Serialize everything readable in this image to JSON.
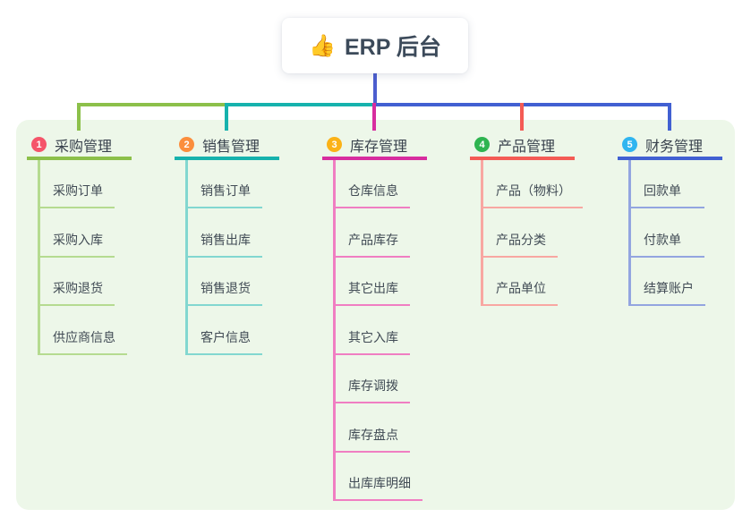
{
  "root": {
    "icon": "👍",
    "title": "ERP 后台"
  },
  "colors": {
    "canvas_bg": "#ffffff",
    "panel_bg": "#edf7e9",
    "root_stem": "#4c5ecf",
    "root_text": "#3c4a5a",
    "title_text": "#39424d",
    "child_text": "#414b55"
  },
  "branches": [
    {
      "id": "purchase",
      "badge": "1",
      "title": "采购管理",
      "badge_color": "#f5556a",
      "line_color": "#8cc04a",
      "child_line_color": "#b5db90",
      "children": [
        "采购订单",
        "采购入库",
        "采购退货",
        "供应商信息"
      ]
    },
    {
      "id": "sales",
      "badge": "2",
      "title": "销售管理",
      "badge_color": "#fb8e3d",
      "line_color": "#16b2ad",
      "child_line_color": "#82d7d0",
      "children": [
        "销售订单",
        "销售出库",
        "销售退货",
        "客户信息"
      ]
    },
    {
      "id": "inventory",
      "badge": "3",
      "title": "库存管理",
      "badge_color": "#fbb217",
      "line_color": "#d72d9f",
      "child_line_color": "#f07ec2",
      "children": [
        "仓库信息",
        "产品库存",
        "其它出库",
        "其它入库",
        "库存调拨",
        "库存盘点",
        "出库库明细"
      ]
    },
    {
      "id": "product",
      "badge": "4",
      "title": "产品管理",
      "badge_color": "#2eb450",
      "line_color": "#f45b55",
      "child_line_color": "#f8a7a2",
      "children": [
        "产品（物料）",
        "产品分类",
        "产品单位"
      ]
    },
    {
      "id": "finance",
      "badge": "5",
      "title": "财务管理",
      "badge_color": "#30b5f0",
      "line_color": "#4160d2",
      "child_line_color": "#93a5e0",
      "children": [
        "回款单",
        "付款单",
        "结算账户"
      ]
    }
  ]
}
